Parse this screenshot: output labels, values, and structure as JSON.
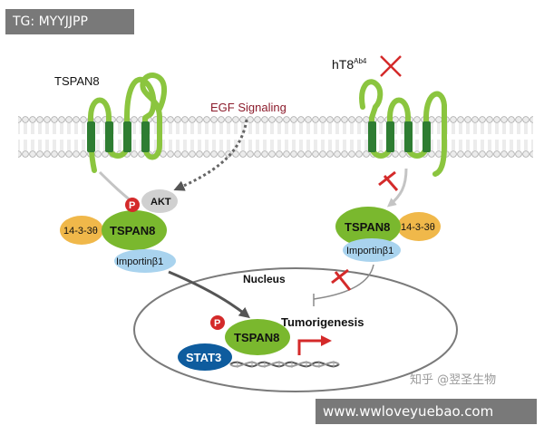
{
  "labels": {
    "tspan8_membrane": "TSPAN8",
    "egf_signaling": "EGF Signaling",
    "ht8_main": "hT8",
    "ht8_sup": "Ab4",
    "akt": "AKT",
    "p_top": "P",
    "p_nucleus": "P",
    "left_1433": "14-3-3θ",
    "left_tspan8": "TSPAN8",
    "left_importin": "Importinβ1",
    "right_tspan8": "TSPAN8",
    "right_1433": "14-3-3θ",
    "right_importin": "Importinβ1",
    "nucleus": "Nucleus",
    "tumorigenesis": "Tumorigenesis",
    "nucleus_tspan8": "TSPAN8",
    "stat3": "STAT3"
  },
  "watermarks": {
    "top": "TG: MYYJJPP",
    "bottom": "www.wwloveyuebao.com",
    "zhihu": "知乎 @翌圣生物"
  },
  "colors": {
    "green": "#7ab82e",
    "green_dark": "#2e7d32",
    "yellow": "#f0b84a",
    "light_blue": "#a9d3ee",
    "akt_gray": "#d0d0d0",
    "red": "#d42a2a",
    "stat3_blue": "#0e5c9e",
    "egf_text": "#8c1c2c"
  }
}
